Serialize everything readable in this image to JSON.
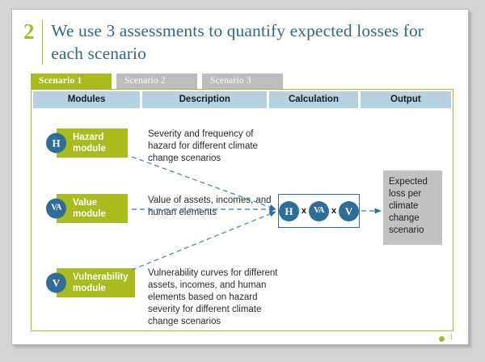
{
  "slide": {
    "number": "2",
    "title": "We use 3 assessments to quantify expected losses for each scenario",
    "footer_page": "1"
  },
  "tabs": [
    {
      "label": "Scenario 1",
      "active": true
    },
    {
      "label": "Scenario 2",
      "active": false
    },
    {
      "label": "Scenario 3",
      "active": false
    }
  ],
  "columns": [
    {
      "label": "Modules"
    },
    {
      "label": "Description"
    },
    {
      "label": "Calculation"
    },
    {
      "label": "Output"
    }
  ],
  "modules": [
    {
      "badge": "H",
      "name": "Hazard module",
      "description": "Severity and frequency of hazard for different climate change scenarios"
    },
    {
      "badge": "VA",
      "name": "Value module",
      "description": "Value of assets, incomes, and human elements"
    },
    {
      "badge": "V",
      "name": "Vulnerability module",
      "description": "Vulnerability curves for different assets, incomes, and human elements based on hazard severity for different climate change scenarios"
    }
  ],
  "calculation": {
    "terms": [
      "H",
      "VA",
      "V"
    ],
    "operator": "x"
  },
  "output": {
    "text": "Expected loss per climate change scenario"
  },
  "colors": {
    "green": "#aabb1e",
    "blue": "#2e6e96",
    "header_blue": "#b6d1e0",
    "tab_gray": "#bdbdbd",
    "output_gray": "#c2c2c2",
    "title_blue": "#2f6a87"
  }
}
